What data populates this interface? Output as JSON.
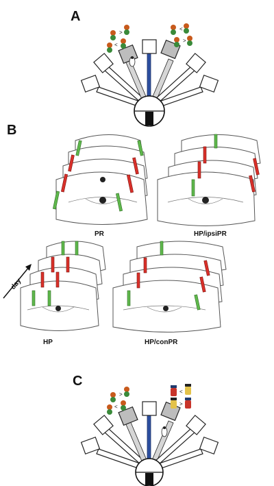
{
  "panels": {
    "a": {
      "letter": "A"
    },
    "b": {
      "letter": "B",
      "conditions": [
        "PR",
        "HP/ipsiPR",
        "HP",
        "HP/conPR"
      ],
      "axis_label": "day"
    },
    "c": {
      "letter": "C"
    }
  },
  "colors": {
    "electrode_novel": "#5fb84c",
    "electrode_familiar": "#d9302a",
    "central_arm": "#2d4fa0"
  },
  "icons": [
    "rat-icon",
    "object-toy-icon",
    "electrode-icon",
    "brain-slice-icon"
  ]
}
